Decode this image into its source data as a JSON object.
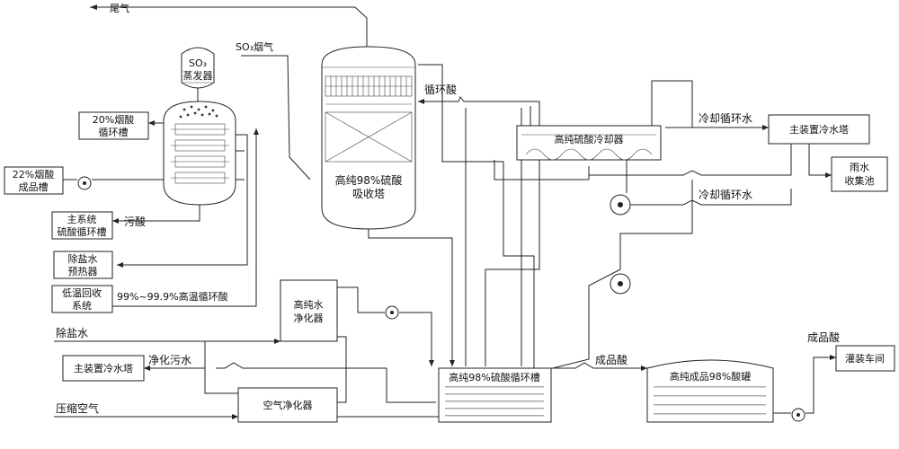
{
  "labels": {
    "tail_gas": "尾气",
    "so3_flue_gas": "SO₃烟气",
    "so3_evaporator_line1": "SO₃",
    "so3_evaporator_line2": "蒸发器",
    "oleum20_line1": "20%烟酸",
    "oleum20_line2": "循环槽",
    "oleum22_line1": "22%烟酸",
    "oleum22_line2": "成品槽",
    "main_acid_line1": "主系统",
    "main_acid_line2": "硫酸循环槽",
    "dirty_acid": "污酸",
    "desalted_preheater_line1": "除盐水",
    "desalted_preheater_line2": "预热器",
    "low_temp_recovery_line1": "低温回收",
    "low_temp_recovery_line2": "系统",
    "high_temp_acid": "99%~99.9%高温循环酸",
    "absorption_tower_line1": "高纯98%硫酸",
    "absorption_tower_line2": "吸收塔",
    "circulating_acid": "循环酸",
    "acid_cooler": "高纯硫酸冷却器",
    "cooling_water_1": "冷却循环水",
    "cooling_water_2": "冷却循环水",
    "main_cooling_tower": "主装置冷水塔",
    "rain_pool_line1": "雨水",
    "rain_pool_line2": "收集池",
    "pure_water_line1": "高纯水",
    "pure_water_line2": "净化器",
    "desalted_water": "除盐水",
    "purified_sewage": "净化污水",
    "main_cooling_tower_2": "主装置冷水塔",
    "air_purifier": "空气净化器",
    "compressed_air": "压缩空气",
    "circ_tank": "高纯98%硫酸循环槽",
    "product_acid": "成品酸",
    "product_tank": "高纯成品98%酸罐",
    "product_acid_2": "成品酸",
    "filling_workshop": "灌装车间"
  }
}
